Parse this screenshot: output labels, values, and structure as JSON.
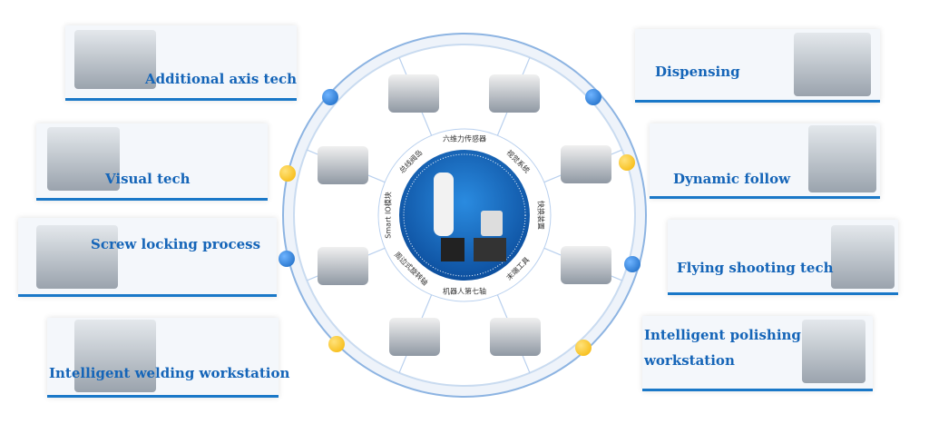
{
  "cards": {
    "additional_axis": "Additional axis tech",
    "visual": "Visual tech",
    "screw": "Screw locking process",
    "welding": "Intelligent welding workstation",
    "dispensing": "Dispensing",
    "dynamic": "Dynamic follow",
    "flying": "Flying shooting tech",
    "polishing_1": "Intelligent polishing",
    "polishing_2": "workstation"
  },
  "wheel": {
    "segments": [
      "六维力传感器",
      "视觉系统",
      "快换装置",
      "末端工具",
      "机器人第七轴",
      "周边式旋转轴",
      "Smart IO模块",
      "总线阀岛"
    ]
  },
  "colors": {
    "accent": "#1565b8",
    "center": "#0d4f9e",
    "dot_yellow": "#f5b400"
  }
}
